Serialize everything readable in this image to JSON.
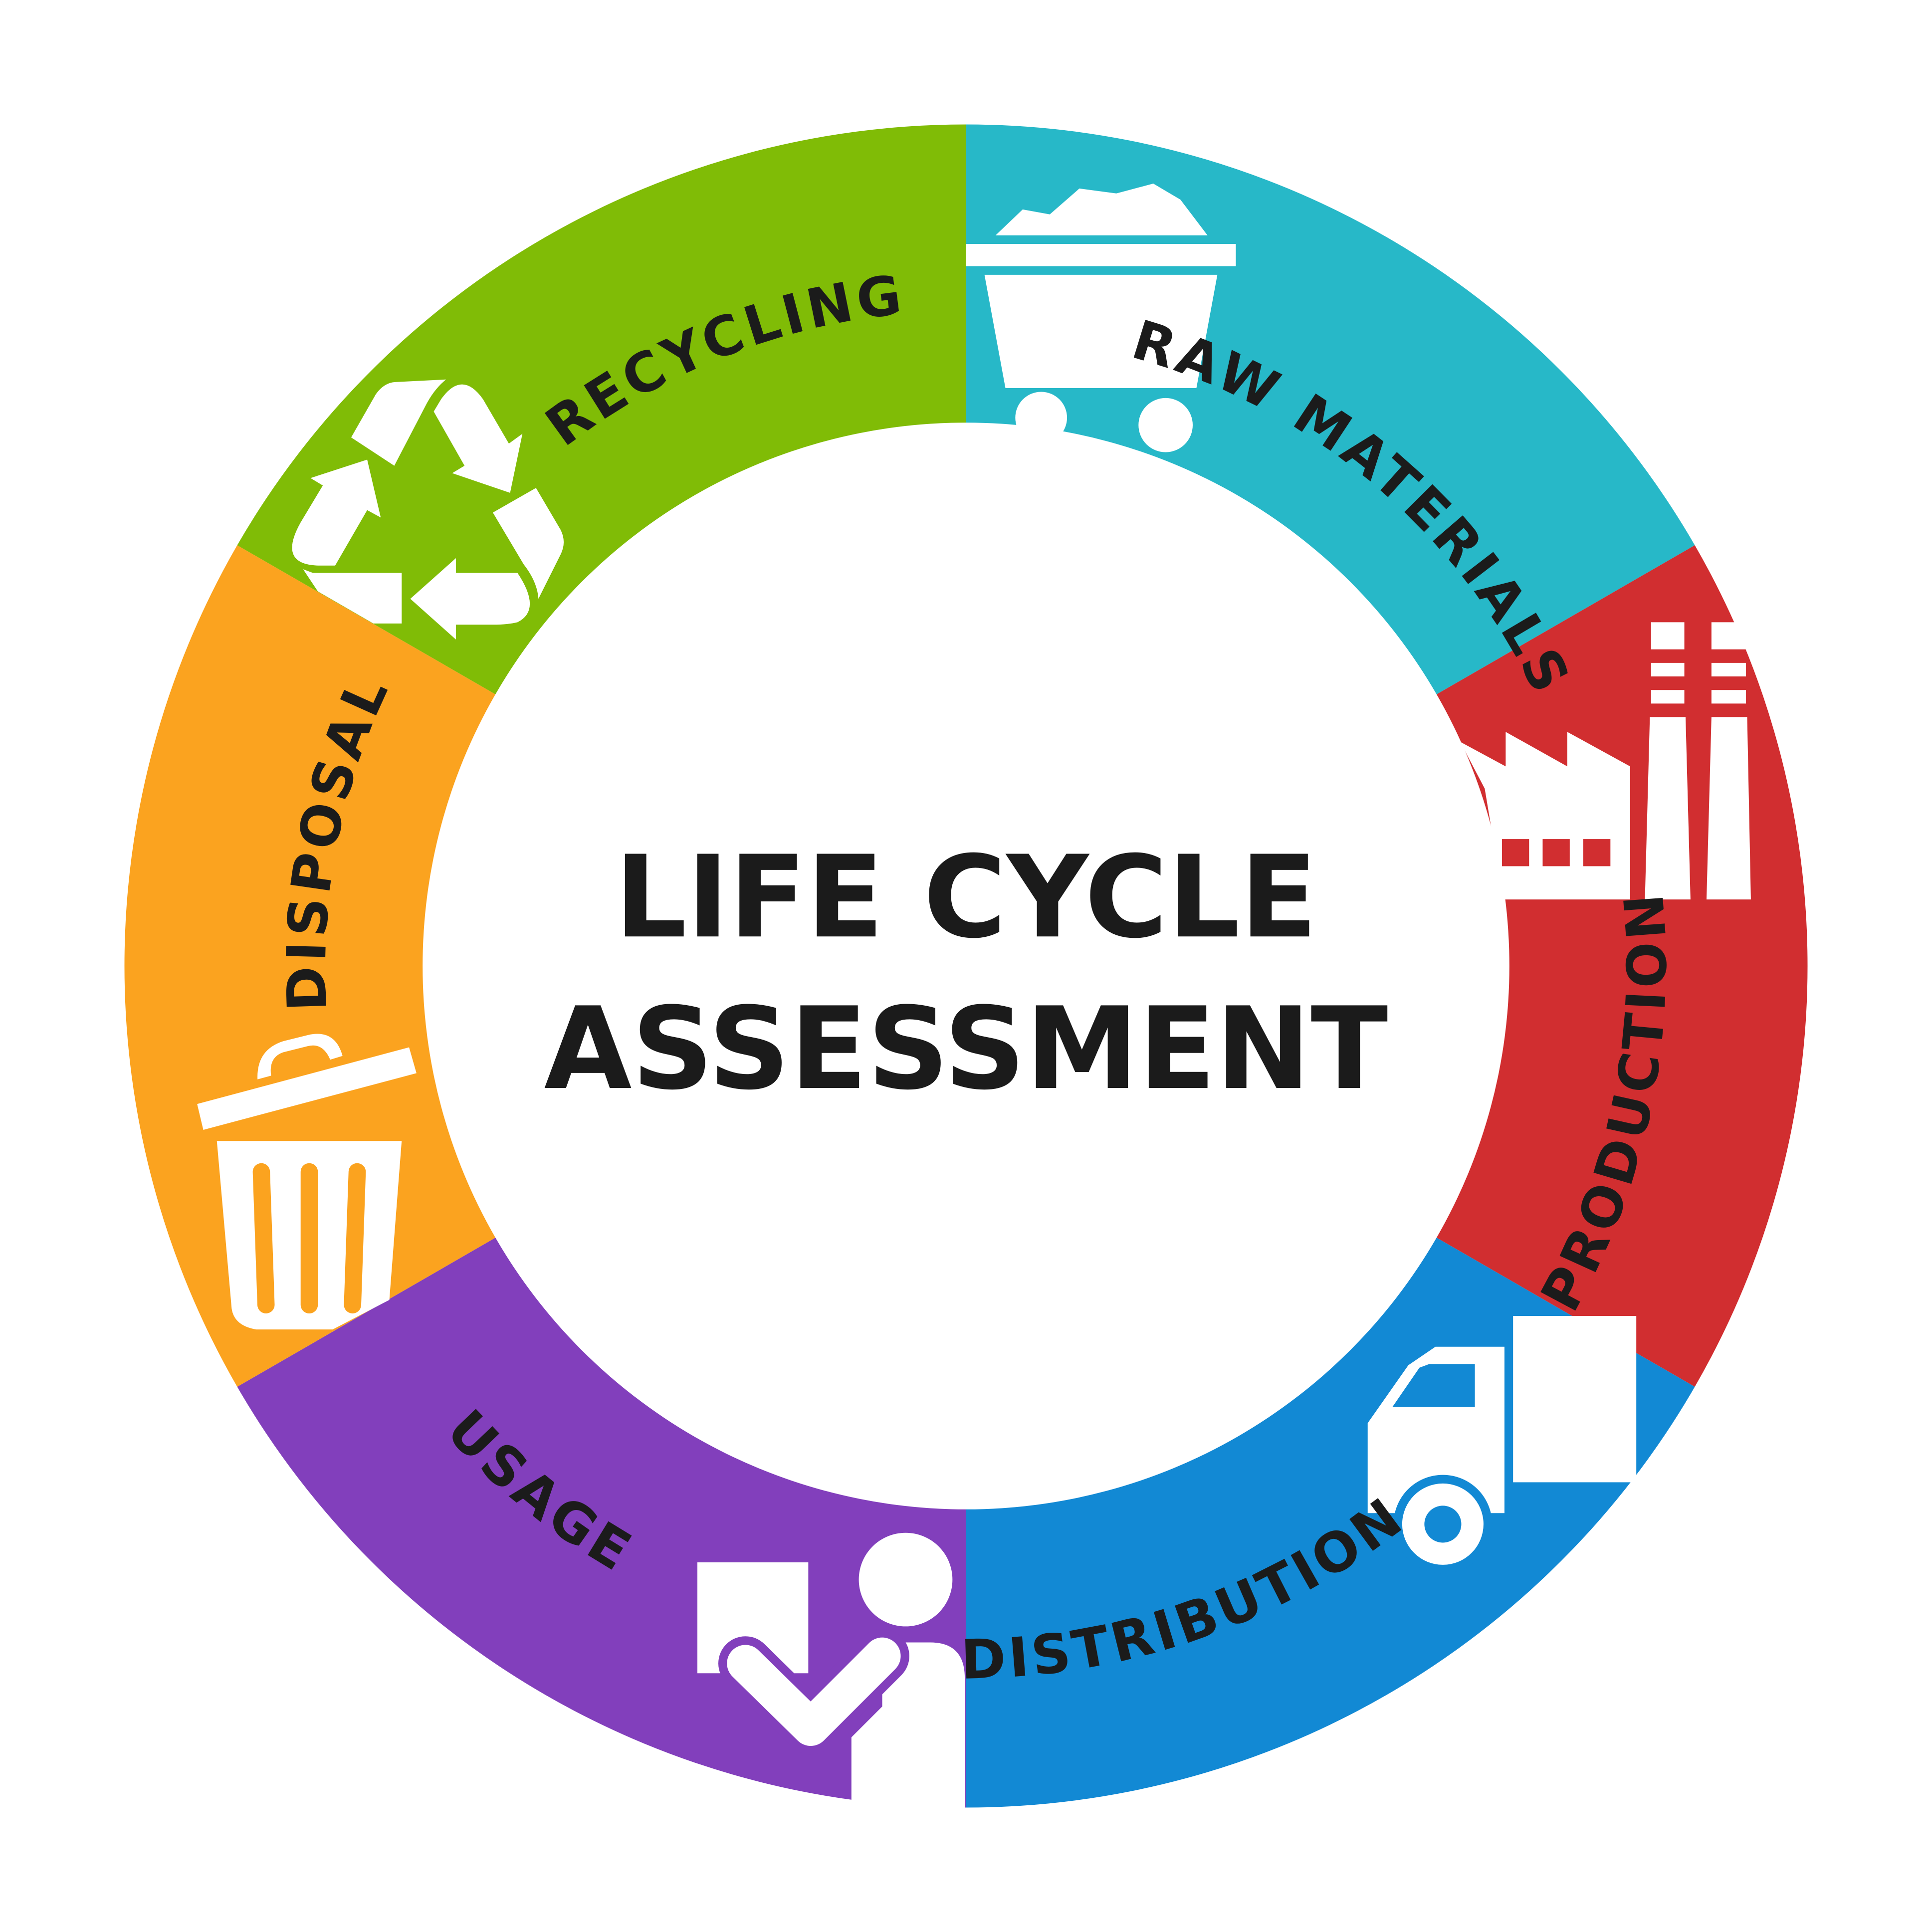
{
  "title": {
    "line1": "LIFE CYCLE",
    "line2": "ASSESSMENT"
  },
  "stages": [
    {
      "label": "RAW MATERIALS",
      "color": "#27B8C8",
      "icon": "mine-cart-icon"
    },
    {
      "label": "PRODUCTION",
      "color": "#D12E30",
      "icon": "factory-icon"
    },
    {
      "label": "DISTRIBUTION",
      "color": "#1289D4",
      "icon": "truck-icon"
    },
    {
      "label": "USAGE",
      "color": "#823FBC",
      "icon": "person-with-box-icon"
    },
    {
      "label": "DISPOSAL",
      "color": "#FBA31F",
      "icon": "trash-can-icon"
    },
    {
      "label": "RECYCLING",
      "color": "#80BC06",
      "icon": "recycle-icon"
    }
  ]
}
